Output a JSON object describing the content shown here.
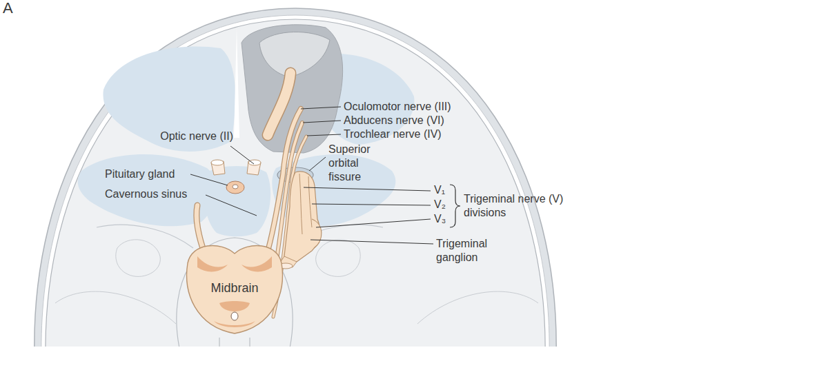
{
  "diagram": {
    "labels": [
      "A",
      "Oculomotor nerve (III)",
      "Abducens nerve (VI)",
      "Trochlear nerve (IV)",
      "Optic nerve (II)",
      "Superior orbital fissure",
      "Pituitary gland",
      "Cavernous sinus",
      "V₁",
      "V₂",
      "V₃",
      "Trigeminal nerve (V) divisions",
      "Trigeminal ganglion",
      "Midbrain"
    ]
  }
}
